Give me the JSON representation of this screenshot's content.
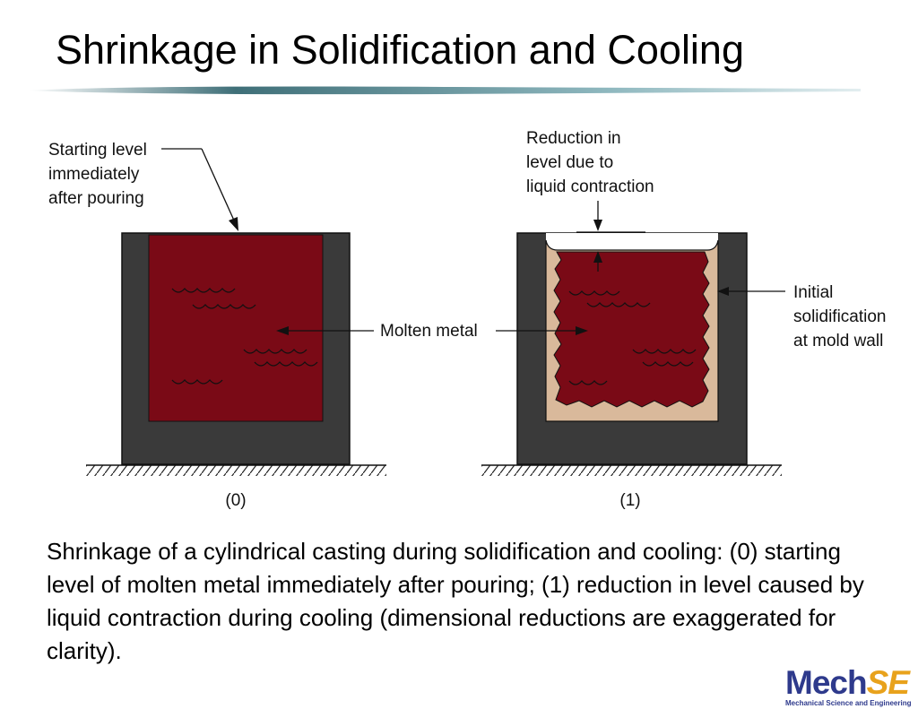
{
  "slide": {
    "title": "Shrinkage in Solidification and Cooling",
    "caption": "Shrinkage of a cylindrical casting during solidification and cooling: (0) starting level of molten metal immediately after pouring; (1) reduction in level caused by liquid contraction during cooling (dimensional reductions are exaggerated for clarity)."
  },
  "diagram": {
    "label_starting_level": [
      "Starting level",
      "immediately",
      "after pouring"
    ],
    "label_reduction": [
      "Reduction in",
      "level due to",
      "liquid contraction"
    ],
    "label_molten_metal": "Molten metal",
    "label_initial_solidification": [
      "Initial",
      "solidification",
      "at mold wall"
    ],
    "label_stage_0": "(0)",
    "label_stage_1": "(1)"
  },
  "colors": {
    "mold": "#3a3a3a",
    "molten_metal": "#7a0a16",
    "solid_shell": "#d9b99b",
    "title_rule": "#4f7d86"
  },
  "logo": {
    "mech": "Mech",
    "se": "SE",
    "subtitle": "Mechanical Science and Engineering"
  }
}
